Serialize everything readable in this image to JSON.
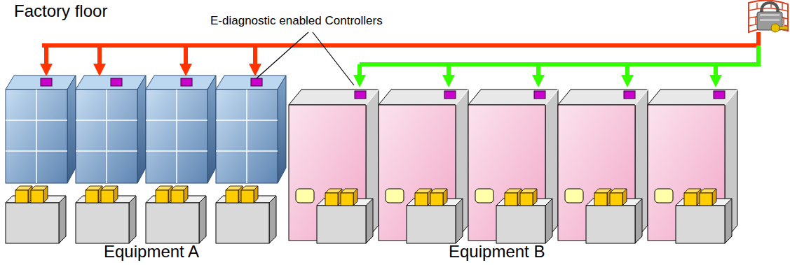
{
  "diagram": {
    "labels": [
      "Factory floor",
      "E-diagnostic enabled Controllers",
      "Equipment A",
      "Equipment B"
    ]
  }
}
